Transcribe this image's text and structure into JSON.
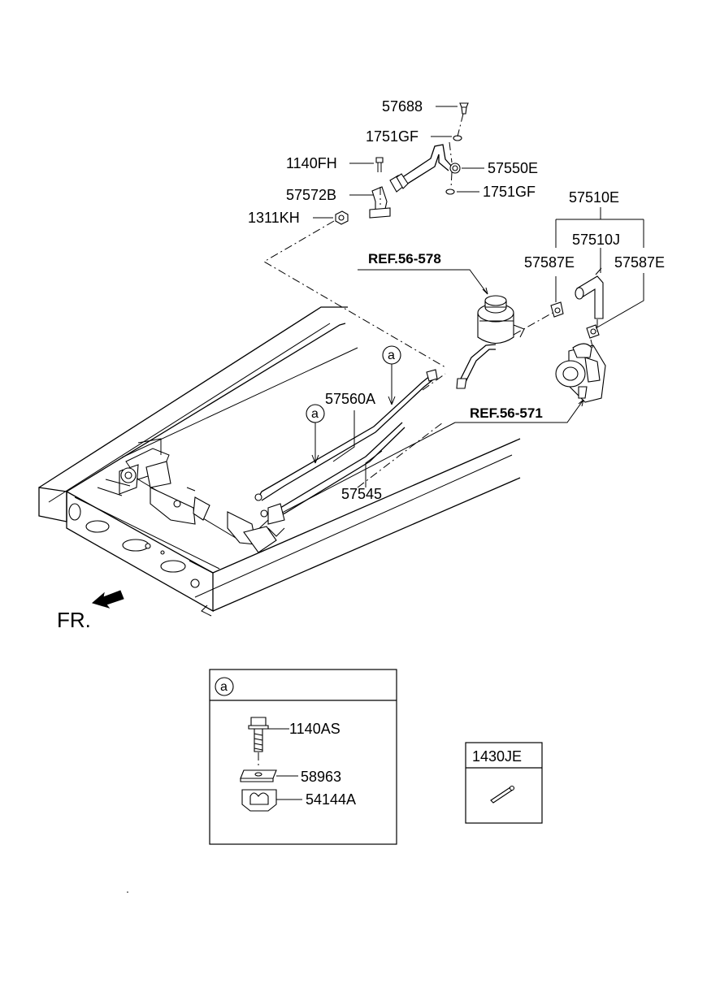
{
  "parts": {
    "p57688": "57688",
    "p1751gf_top": "1751GF",
    "p1140fh": "1140FH",
    "p57550e": "57550E",
    "p57572b": "57572B",
    "p1751gf_bottom": "1751GF",
    "p1311kh": "1311KH",
    "p57510e": "57510E",
    "p57510j": "57510J",
    "p57587e_left": "57587E",
    "p57587e_right": "57587E",
    "p57560a": "57560A",
    "p57545": "57545"
  },
  "references": {
    "ref_reservoir": "REF.56-578",
    "ref_pump": "REF.56-571"
  },
  "callouts": {
    "callout_a_upper": "a",
    "callout_a_left": "a"
  },
  "front_label": "FR.",
  "detail_a": {
    "circle_letter": "a",
    "bolt": "1140AS",
    "clamp_plate": "58963",
    "clip": "54144A"
  },
  "detail_1430je": {
    "title": "1430JE"
  }
}
